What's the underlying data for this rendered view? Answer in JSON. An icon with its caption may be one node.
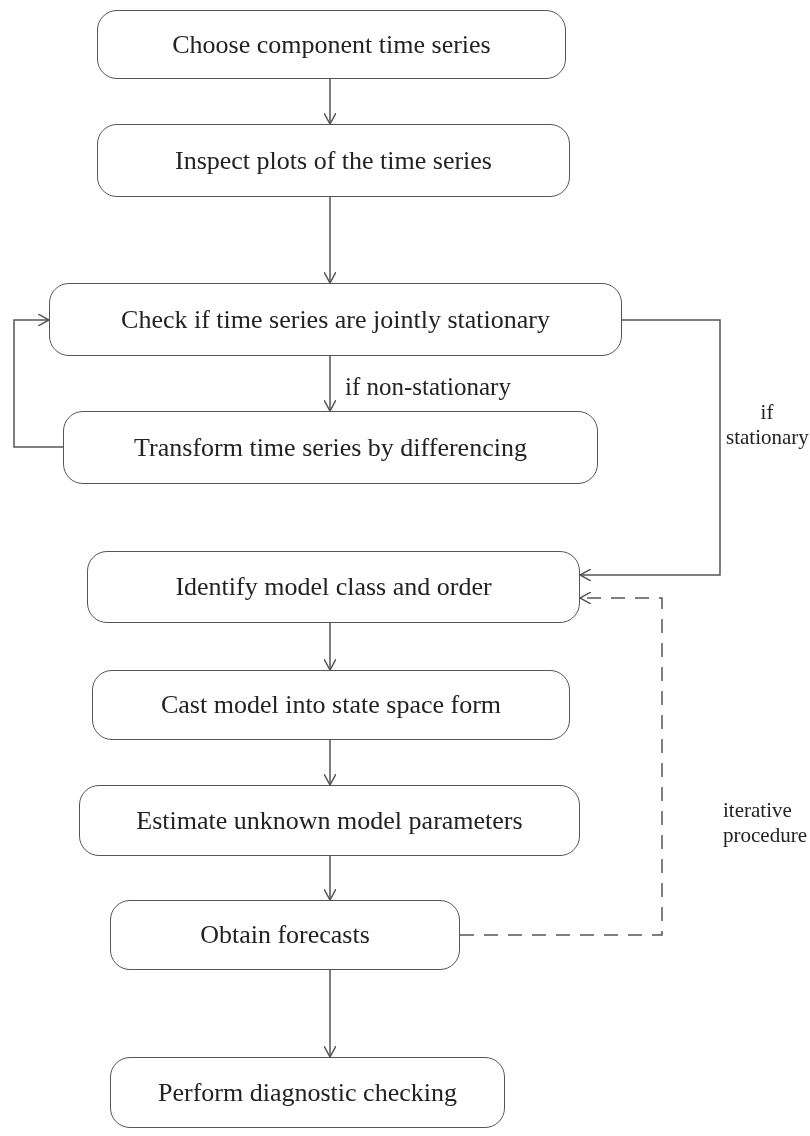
{
  "diagram": {
    "nodes": [
      {
        "text": [
          "Choose component time series"
        ]
      },
      {
        "text": [
          "Inspect plots of the time series"
        ]
      },
      {
        "text": [
          "Check if time series are jointly stationary"
        ]
      },
      {
        "text": [
          "Transform time series by differencing"
        ]
      },
      {
        "text": [
          "Identify model class and order"
        ]
      },
      {
        "text": [
          "Cast model into state space form"
        ]
      },
      {
        "text": [
          "Estimate unknown model parameters"
        ]
      },
      {
        "text": [
          "Obtain forecasts"
        ]
      },
      {
        "text": [
          "Perform diagnostic checking"
        ]
      }
    ],
    "edges": [
      {
        "from": 0,
        "to": 1,
        "arrow": "to"
      },
      {
        "from": 1,
        "to": 2,
        "arrow": "to"
      },
      {
        "from": 2,
        "to": 3,
        "arrow": "to",
        "label": "if non-stationary"
      },
      {
        "from": 3,
        "to": 2,
        "arrow": "to"
      },
      {
        "from": 2,
        "to": 4,
        "arrow": "to",
        "label": "if stationary"
      },
      {
        "from": 4,
        "to": 5,
        "arrow": "to"
      },
      {
        "from": 5,
        "to": 6,
        "arrow": "to"
      },
      {
        "from": 6,
        "to": 7,
        "arrow": "to"
      },
      {
        "from": 7,
        "to": 8,
        "arrow": "to"
      },
      {
        "from": 7,
        "to": 4,
        "arrow": "to",
        "style": "dashed",
        "label": "iterative procedure"
      }
    ]
  }
}
